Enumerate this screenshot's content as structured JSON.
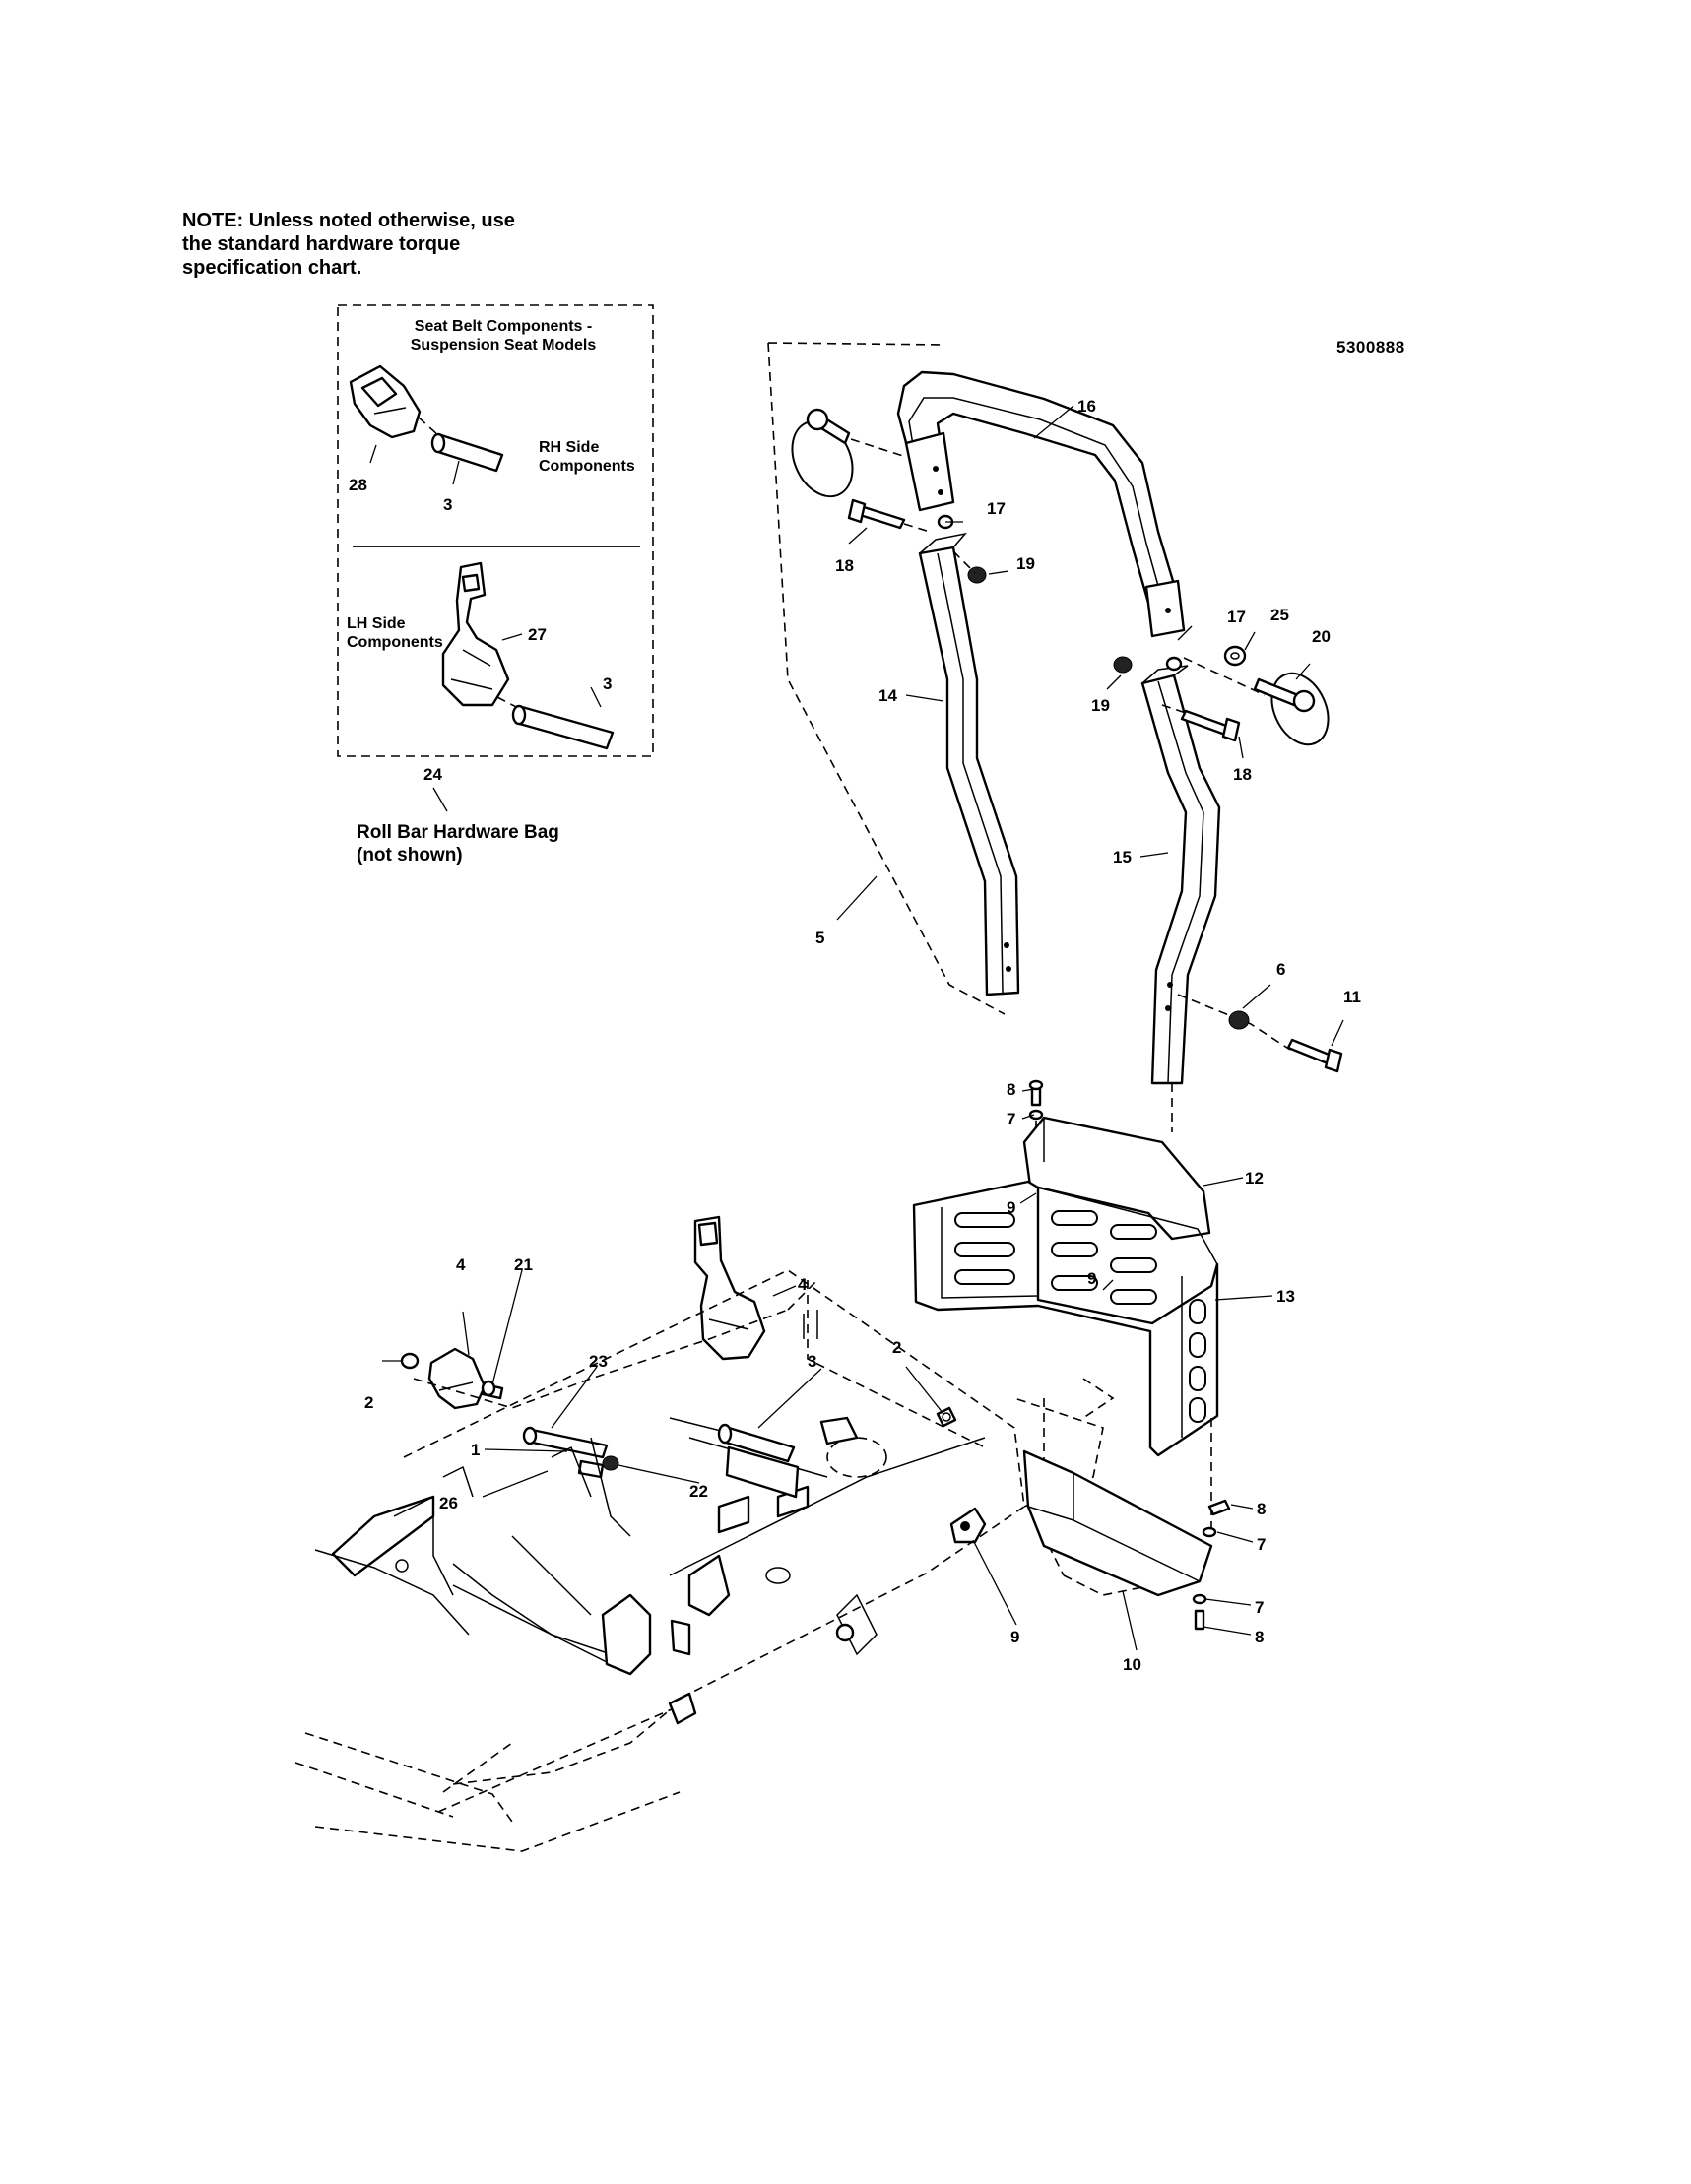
{
  "note": {
    "lines": [
      "NOTE: Unless noted otherwise, use",
      "the standard hardware torque",
      "specification chart."
    ]
  },
  "drawing_number": "5300888",
  "inset": {
    "title_line1": "Seat Belt Components -",
    "title_line2": "Suspension Seat Models",
    "rh_line1": "RH Side",
    "rh_line2": "Components",
    "lh_line1": "LH Side",
    "lh_line2": "Components"
  },
  "hardware_bag": {
    "line1": "Roll Bar Hardware Bag",
    "line2": "(not shown)"
  },
  "callouts": {
    "c1": "1",
    "c2": "2",
    "c3": "3",
    "c4": "4",
    "c5": "5",
    "c6": "6",
    "c7": "7",
    "c8": "8",
    "c9": "9",
    "c10": "10",
    "c11": "11",
    "c12": "12",
    "c13": "13",
    "c14": "14",
    "c15": "15",
    "c16": "16",
    "c17": "17",
    "c18": "18",
    "c19": "19",
    "c20": "20",
    "c21": "21",
    "c22": "22",
    "c23": "23",
    "c24": "24",
    "c25": "25",
    "c26": "26",
    "c27": "27",
    "c28": "28"
  }
}
